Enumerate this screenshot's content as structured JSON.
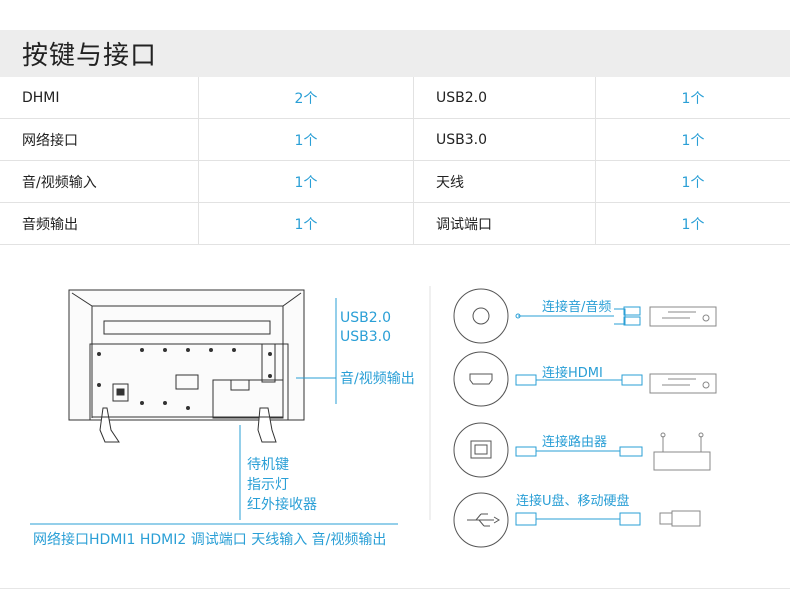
{
  "header": {
    "title": "按键与接口"
  },
  "spec_rows": [
    {
      "left_label": "DHMI",
      "left_value": "2个",
      "right_label": "USB2.0",
      "right_value": "1个"
    },
    {
      "left_label": "网络接口",
      "left_value": "1个",
      "right_label": "USB3.0",
      "right_value": "1个"
    },
    {
      "left_label": "音/视频输入",
      "left_value": "1个",
      "right_label": "天线",
      "right_value": "1个"
    },
    {
      "left_label": "音频输出",
      "left_value": "1个",
      "right_label": "调试端口",
      "right_value": "1个"
    }
  ],
  "tv_diagram": {
    "usb_labels": [
      "USB2.0",
      "USB3.0"
    ],
    "av_output_label": "音/视频输出",
    "buttons_labels": [
      "待机键",
      "指示灯",
      "红外接收器"
    ],
    "bottom_ports_label": "网络接口HDMI1 HDMI2  调试端口 天线输入 音/视频输出"
  },
  "connections": [
    {
      "label": "连接音/音频",
      "icon": "audio-port-icon",
      "device_icon": "set-top-box-icon"
    },
    {
      "label": "连接HDMI",
      "icon": "hdmi-port-icon",
      "device_icon": "set-top-box-icon"
    },
    {
      "label": "连接路由器",
      "icon": "ethernet-port-icon",
      "device_icon": "router-icon"
    },
    {
      "label": "连接U盘、移动硬盘",
      "icon": "usb-port-icon",
      "device_icon": "usb-drive-icon"
    }
  ],
  "colors": {
    "accent": "#2a9fd6",
    "header_bg": "#ededed",
    "line": "#e2e2e2"
  }
}
